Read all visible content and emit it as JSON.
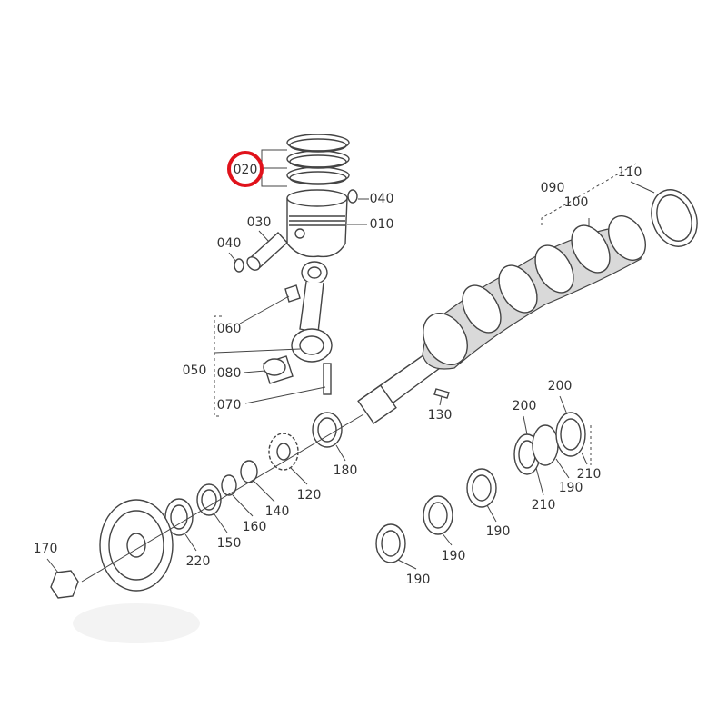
{
  "highlight_color": "#e0121b",
  "labels": {
    "piston_ring": "020",
    "circlip_right": "040",
    "piston": "010",
    "piston_pin": "030",
    "circlip_left": "040",
    "crankshaft_group": "090",
    "crankshaft_key": "100",
    "crank_bushing": "110",
    "small_end_bushing": "060",
    "connecting_rod_group": "050",
    "crankpin_bearing": "080",
    "conrod_bolt": "070",
    "feather_key": "130",
    "thrust_washer_upper": "200",
    "thrust_washer_lower": "200",
    "bushing_180": "180",
    "crank_gear": "120",
    "o_ring_140": "140",
    "collar_160": "160",
    "collar_150": "150",
    "collar_220": "220",
    "pulley_nut": "170",
    "side_bearing_210a": "210",
    "main_bearing_190a": "190",
    "side_bearing_210b": "210",
    "main_bearing_190b": "190",
    "main_bearing_190c": "190",
    "main_bearing_190d": "190"
  }
}
